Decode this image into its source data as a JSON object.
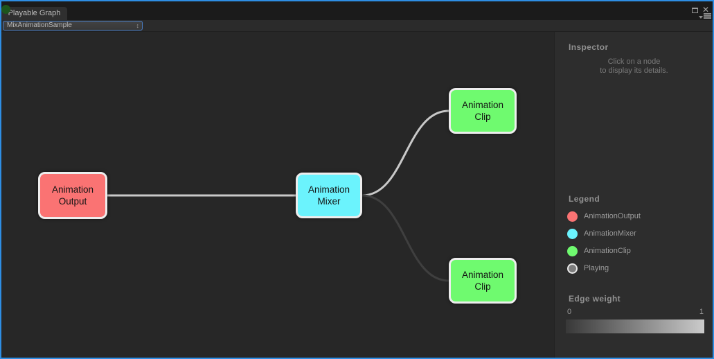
{
  "window": {
    "tab_label": "Playable Graph",
    "graph_selector": "MixAnimationSample",
    "dropdown_arrows_glyph": "↕",
    "close_glyph": "✕",
    "accent_border_color": "#2e8ee4"
  },
  "graph": {
    "nodes": [
      {
        "label": "Animation\nOutput",
        "type": "AnimationOutput",
        "color": "#fa7373"
      },
      {
        "label": "Animation\nMixer",
        "type": "AnimationMixer",
        "color": "#6bf3fd"
      },
      {
        "label": "Animation\nClip",
        "type": "AnimationClip",
        "color": "#6ffa6f"
      },
      {
        "label": "Animation\nClip",
        "type": "AnimationClip",
        "color": "#6ffa6f"
      }
    ],
    "edges": [
      {
        "from": "AnimationOutput",
        "to": "AnimationMixer",
        "color": "#c9c9c9"
      },
      {
        "from": "AnimationMixer",
        "to": "AnimationClip-top",
        "color": "#c9c9c9"
      },
      {
        "from": "AnimationMixer",
        "to": "AnimationClip-bottom",
        "color": "#3f3f3f"
      }
    ]
  },
  "inspector": {
    "title": "Inspector",
    "hint": "Click on a node\nto display its details.",
    "legend": {
      "title": "Legend",
      "items": [
        {
          "label": "AnimationOutput",
          "color": "#fa7373"
        },
        {
          "label": "AnimationMixer",
          "color": "#6bf3fd"
        },
        {
          "label": "AnimationClip",
          "color": "#6ffa6f"
        },
        {
          "label": "Playing",
          "color": "#7d7d7d"
        }
      ]
    },
    "edge_weight": {
      "title": "Edge weight",
      "min": "0",
      "max": "1",
      "gradient_start": "#383838",
      "gradient_end": "#cbcbcb",
      "gradient": "linear-gradient(90deg,#383838,#cbcbcb)"
    }
  }
}
